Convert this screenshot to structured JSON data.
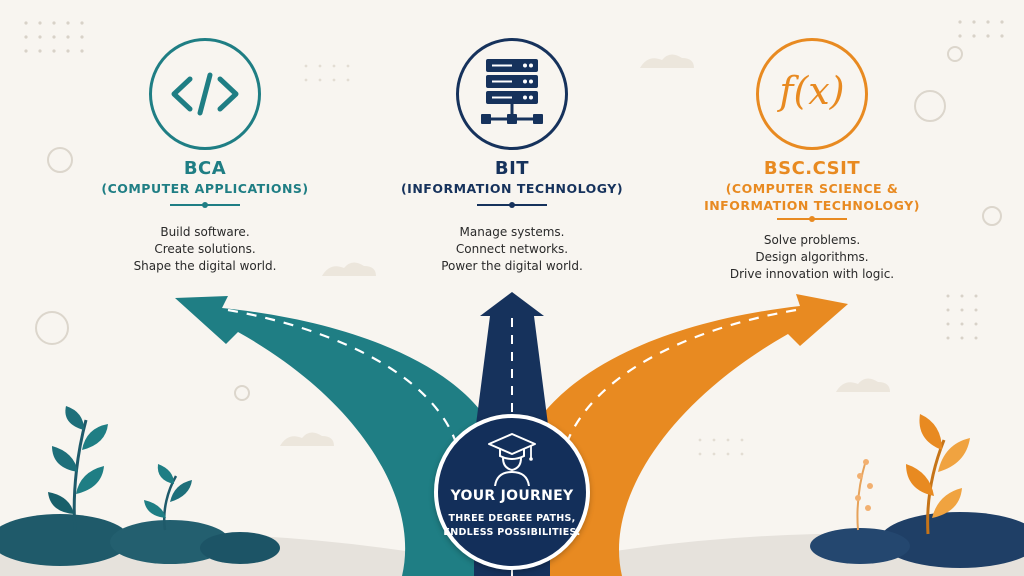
{
  "paths": [
    {
      "id": "bca",
      "title": "BCA",
      "subtitle_lines": [
        "(COMPUTER APPLICATIONS)"
      ],
      "description_lines": [
        "Build software.",
        "Create solutions.",
        "Shape the digital world."
      ],
      "icon": "code-brackets-icon",
      "color": "#1f7e84"
    },
    {
      "id": "bit",
      "title": "BIT",
      "subtitle_lines": [
        "(INFORMATION TECHNOLOGY)"
      ],
      "description_lines": [
        "Manage systems.",
        "Connect networks.",
        "Power the digital world."
      ],
      "icon": "server-network-icon",
      "color": "#16325c"
    },
    {
      "id": "csit",
      "title": "BSC.CSIT",
      "subtitle_lines": [
        "(COMPUTER SCIENCE &",
        "INFORMATION TECHNOLOGY)"
      ],
      "description_lines": [
        "Solve problems.",
        "Design algorithms.",
        "Drive innovation with logic."
      ],
      "icon": "function-fx-icon",
      "icon_text": "f(x)",
      "color": "#e88a21"
    }
  ],
  "hub": {
    "title": "YOUR JOURNEY",
    "subtitle_lines": [
      "THREE DEGREE PATHS,",
      "ENDLESS POSSIBILITIES."
    ],
    "icon": "graduate-cap-icon"
  }
}
